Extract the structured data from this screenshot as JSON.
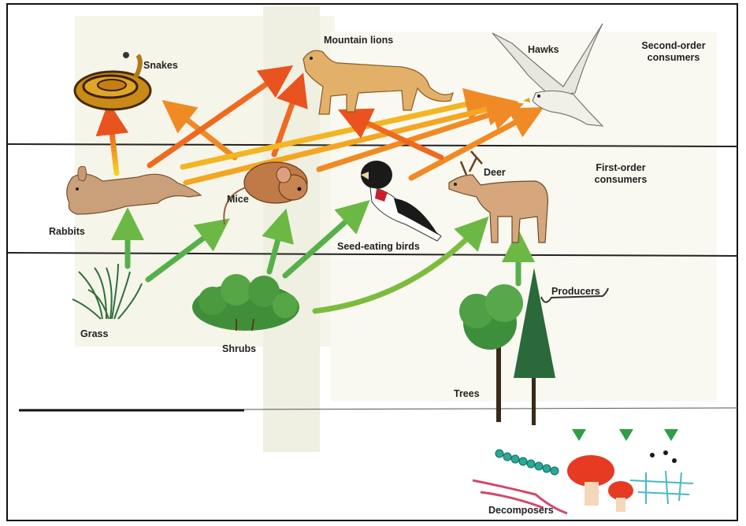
{
  "labels": {
    "snakes": "Snakes",
    "mountain_lions": "Mountain lions",
    "hawks": "Hawks",
    "second_order_line1": "Second-order",
    "second_order_line2": "consumers",
    "rabbits": "Rabbits",
    "mice": "Mice",
    "deer": "Deer",
    "first_order_line1": "First-order",
    "first_order_line2": "consumers",
    "seed_eating_birds": "Seed-eating birds",
    "grass": "Grass",
    "shrubs": "Shrubs",
    "producers": "Producers",
    "trees": "Trees",
    "decomposers": "Decomposers"
  },
  "colors": {
    "green_arrow": "#3aa84a",
    "yellow_arrow": "#f2c522",
    "orange_arrow": "#f08a24",
    "red_arrow": "#e8411e",
    "band_line": "#222222",
    "paper_tint": "#f6f5ea"
  },
  "icons": [
    "snake-icon",
    "mountain-lion-icon",
    "hawk-icon",
    "rabbit-icon",
    "mouse-icon",
    "seed-eating-bird-icon",
    "deer-icon",
    "grass-icon",
    "shrub-icon",
    "tree-icon",
    "decomposer-icon"
  ]
}
